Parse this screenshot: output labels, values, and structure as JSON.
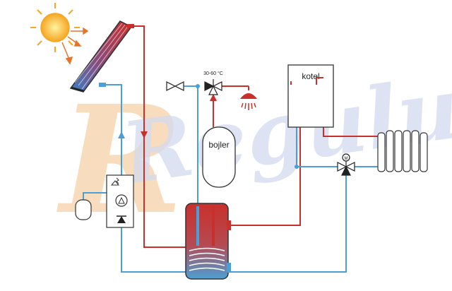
{
  "watermark": {
    "text": "Regulus"
  },
  "labels": {
    "temperature": "30-60 °C",
    "boiler_tank": "bojler",
    "heater": "kotel",
    "motor_symbol": "M"
  },
  "colors": {
    "hot": "#c9302c",
    "cold": "#4a9fd6",
    "sun": "#f5a623",
    "watermark_orange": "#f7d9b8",
    "watermark_blue": "#cfd7ef"
  },
  "icons": [
    "sun-icon",
    "solar-panel-icon",
    "shutoff-valve-icon",
    "mixing-valve-icon",
    "shower-icon",
    "boiler-tank-icon",
    "heater-icon",
    "radiator-icon",
    "pump-station-icon",
    "expansion-vessel-icon",
    "storage-tank-icon",
    "motorized-valve-icon"
  ]
}
